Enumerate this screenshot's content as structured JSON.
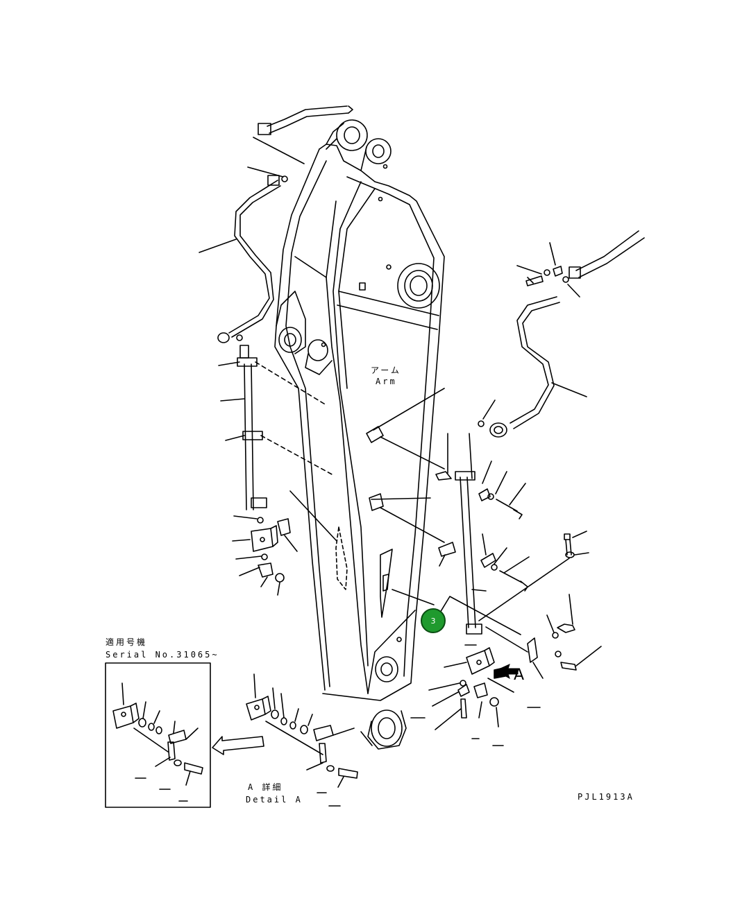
{
  "labels": {
    "arm_jp": "アーム",
    "arm_en": "Arm",
    "serial_jp": "適用号機",
    "serial_en": "Serial No.31065~",
    "detail_jp": "A 詳細",
    "detail_en": "Detail A",
    "view_letter": "A",
    "drawing_id": "PJL1913A"
  },
  "callout": {
    "number": "3"
  },
  "colors": {
    "callout_fill": "#1f9a2e",
    "callout_border": "#0a4d12",
    "line": "#000000"
  }
}
